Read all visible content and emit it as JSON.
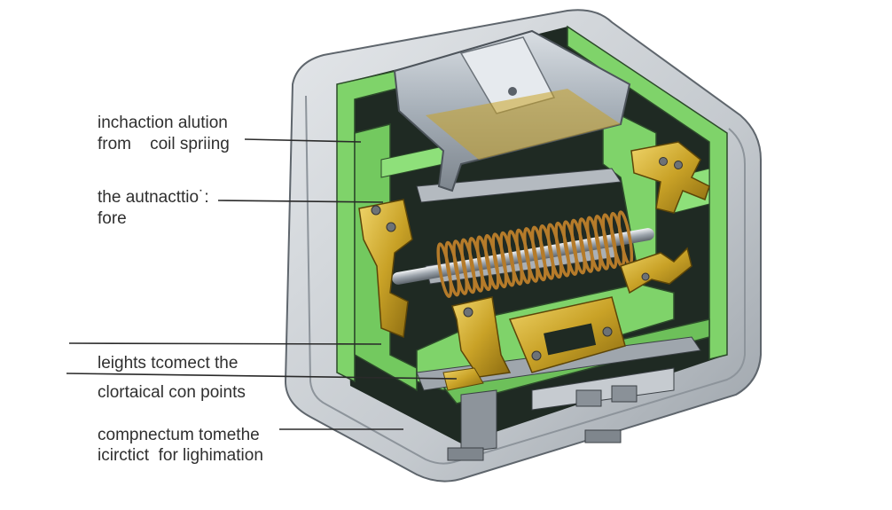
{
  "labels": {
    "coil_spring_line1": "inchaction alution",
    "coil_spring_line2": "from    coil spriing",
    "attraction_line1": "the autnacttio˙:",
    "attraction_line2": "fore",
    "contacts_line1": "leights tcomect the",
    "contacts_line2": "clortaical con points",
    "bottom_line1": "compnectum tomethe",
    "bottom_line2": "icirctict  for lighimation"
  },
  "colors": {
    "housing_gray": "#c9ced3",
    "housing_dark": "#6e757c",
    "insulator_green": "#7fd36a",
    "frame_dark": "#1e2a22",
    "brass": "#c9a227",
    "copper_coil": "#b57b2a",
    "armature_silver": "#a9b2bb"
  },
  "icons": [
    "relay-cutaway-illustration",
    "coil-spring",
    "armature",
    "contact-terminal"
  ]
}
